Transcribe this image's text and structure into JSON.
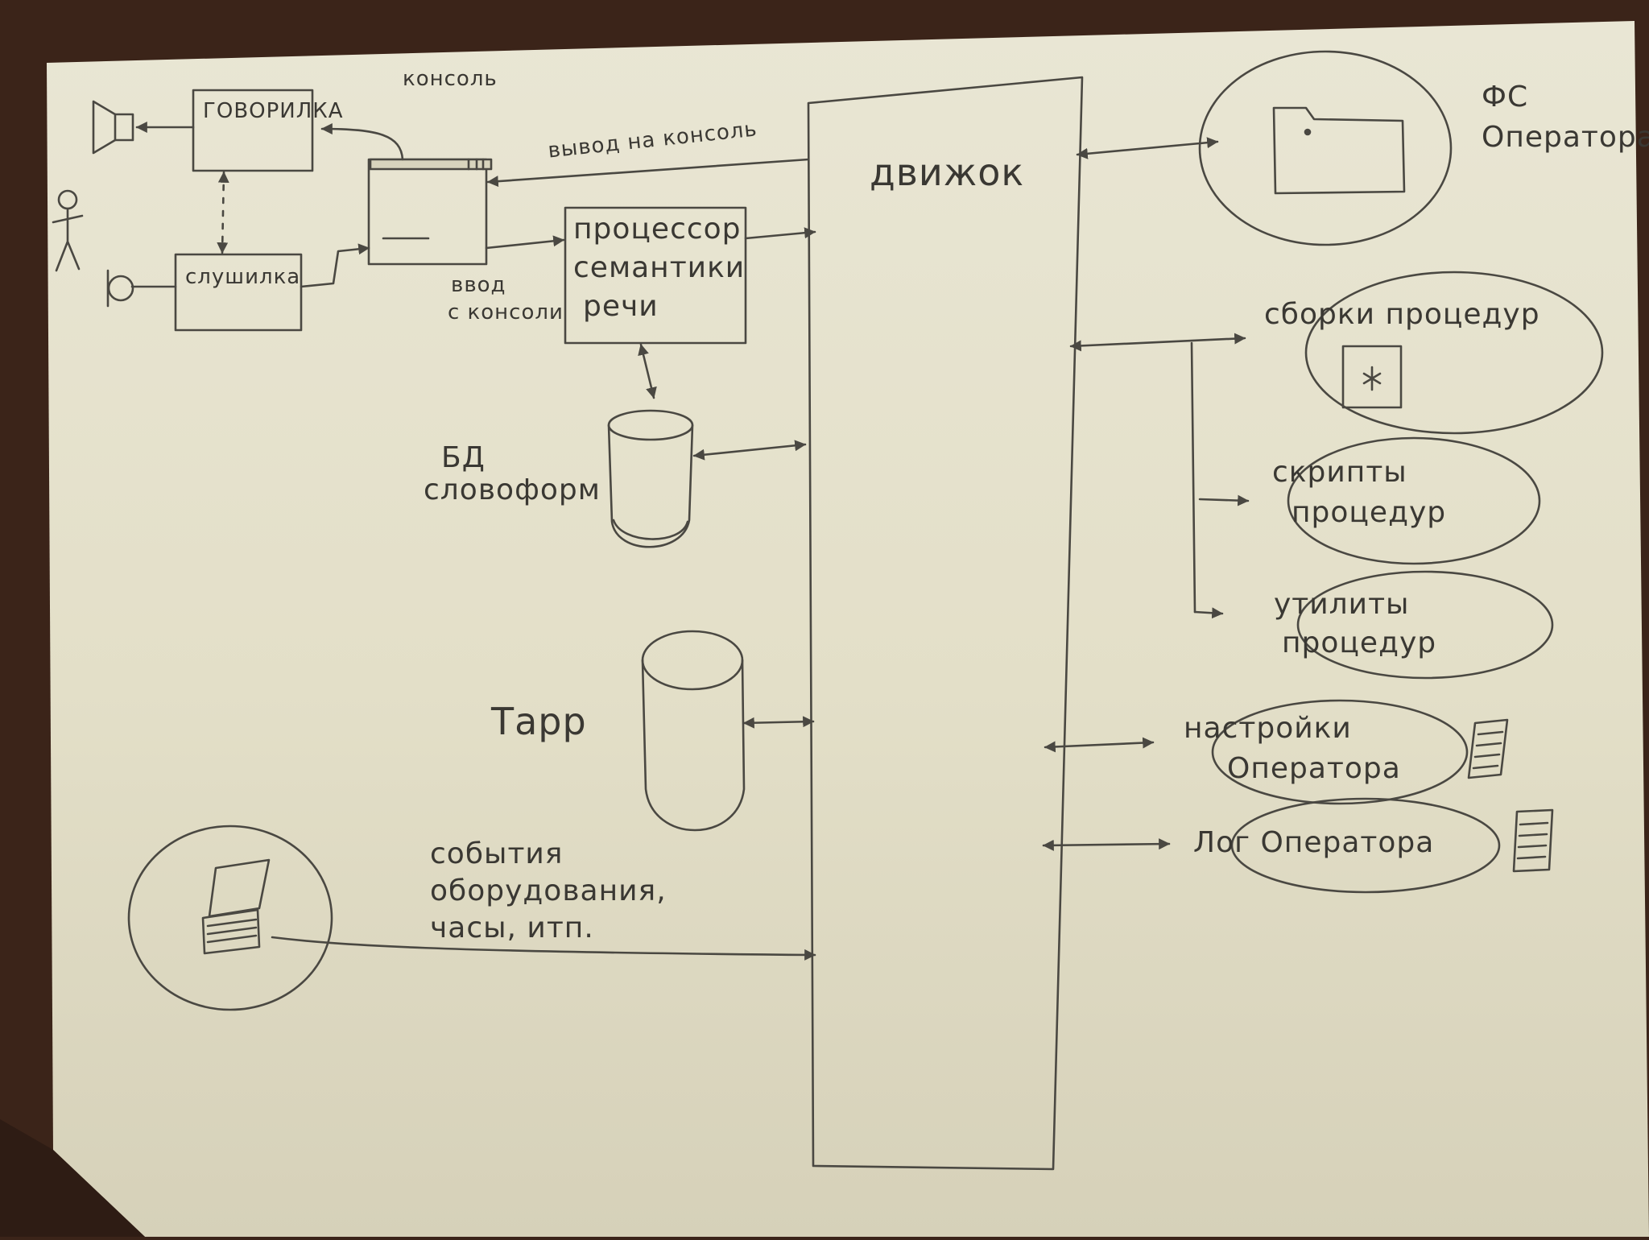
{
  "diagram": {
    "labels": {
      "console_title": "консоль",
      "speaker_box": "ГОВОРИЛКА",
      "listener_box": "слушилка",
      "console_output": "вывод на консоль",
      "console_input_line1": "ввод",
      "console_input_line2": "с консоли",
      "semantic_processor_line1": "процессор",
      "semantic_processor_line2": "семантики",
      "semantic_processor_line3": "речи",
      "dictionary_db_line1": "БД",
      "dictionary_db_line2": "словоформ",
      "engine": "движок",
      "tapp": "Тарр",
      "hardware_events_line1": "события",
      "hardware_events_line2": "оборудования,",
      "hardware_events_line3": "часы, итп.",
      "operator_fs_line1": "ФС",
      "operator_fs_line2": "Оператора",
      "procedure_assemblies": "сборки процедур",
      "procedure_scripts_line1": "скрипты",
      "procedure_scripts_line2": "процедур",
      "procedure_utilities_line1": "утилиты",
      "procedure_utilities_line2": "процедур",
      "operator_settings_line1": "настройки",
      "operator_settings_line2": "Оператора",
      "operator_log": "Лог Оператора"
    },
    "colors": {
      "table": "#3b2419",
      "paper": "#e6e3cf",
      "pencil": "#4a4842"
    },
    "icons": [
      "loudspeaker-icon",
      "stick-figure-icon",
      "microphone-icon",
      "console-window-icon",
      "database-cylinder-icon",
      "folder-icon",
      "assembly-icon",
      "document-icon",
      "laptop-icon"
    ]
  }
}
